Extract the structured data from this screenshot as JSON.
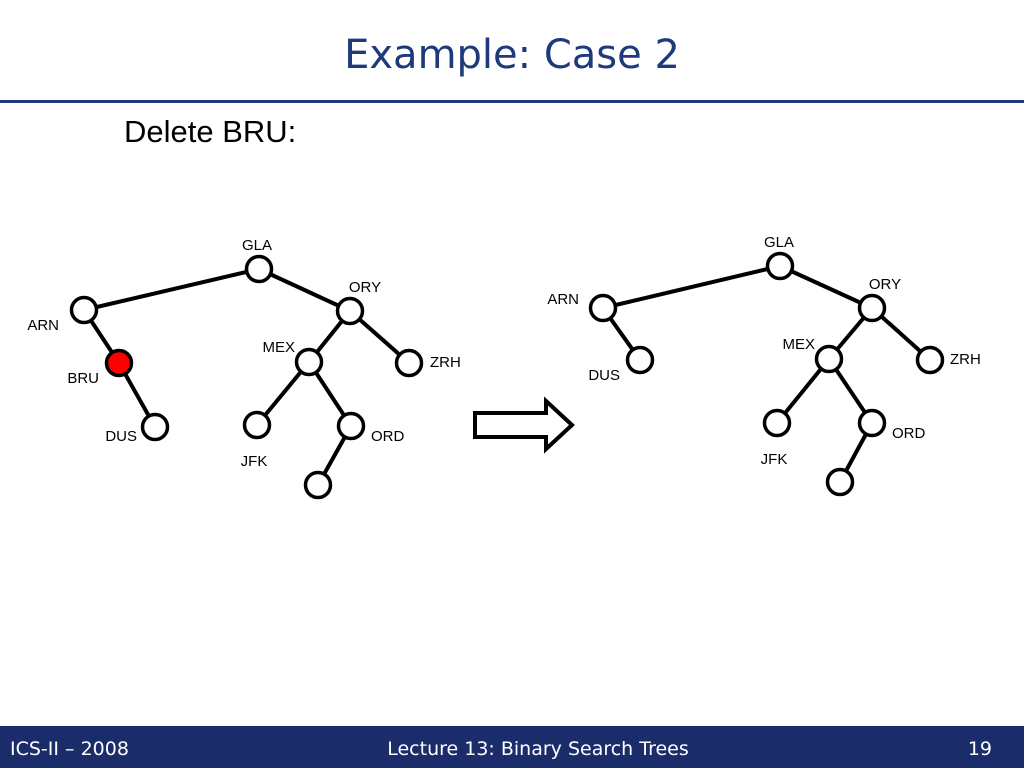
{
  "slide": {
    "title": "Example: Case 2",
    "subtitle": "Delete BRU:"
  },
  "colors": {
    "title": "#1f3a7a",
    "footer_bg": "#1b2c6b",
    "highlight_node": "#ff0000",
    "node_fill": "#ffffff",
    "stroke": "#000000"
  },
  "diagram": {
    "before": {
      "highlighted": "BRU",
      "nodes": [
        {
          "id": "GLA",
          "label": "GLA"
        },
        {
          "id": "ARN",
          "label": "ARN"
        },
        {
          "id": "ORY",
          "label": "ORY"
        },
        {
          "id": "BRU",
          "label": "BRU"
        },
        {
          "id": "DUS",
          "label": "DUS"
        },
        {
          "id": "MEX",
          "label": "MEX"
        },
        {
          "id": "ZRH",
          "label": "ZRH"
        },
        {
          "id": "JFK",
          "label": "JFK"
        },
        {
          "id": "ORD",
          "label": "ORD"
        },
        {
          "id": "JFK_CHILD",
          "label": ""
        }
      ],
      "edges": [
        [
          "GLA",
          "ARN"
        ],
        [
          "GLA",
          "ORY"
        ],
        [
          "ARN",
          "BRU"
        ],
        [
          "BRU",
          "DUS"
        ],
        [
          "ORY",
          "MEX"
        ],
        [
          "ORY",
          "ZRH"
        ],
        [
          "MEX",
          "JFK"
        ],
        [
          "MEX",
          "ORD"
        ],
        [
          "ORD",
          "JFK_CHILD"
        ]
      ]
    },
    "after": {
      "nodes": [
        {
          "id": "GLA",
          "label": "GLA"
        },
        {
          "id": "ARN",
          "label": "ARN"
        },
        {
          "id": "ORY",
          "label": "ORY"
        },
        {
          "id": "DUS",
          "label": "DUS"
        },
        {
          "id": "MEX",
          "label": "MEX"
        },
        {
          "id": "ZRH",
          "label": "ZRH"
        },
        {
          "id": "JFK",
          "label": "JFK"
        },
        {
          "id": "ORD",
          "label": "ORD"
        },
        {
          "id": "JFK_CHILD",
          "label": ""
        }
      ],
      "edges": [
        [
          "GLA",
          "ARN"
        ],
        [
          "GLA",
          "ORY"
        ],
        [
          "ARN",
          "DUS"
        ],
        [
          "ORY",
          "MEX"
        ],
        [
          "ORY",
          "ZRH"
        ],
        [
          "MEX",
          "JFK"
        ],
        [
          "MEX",
          "ORD"
        ],
        [
          "ORD",
          "JFK_CHILD"
        ]
      ]
    },
    "arrow": "right-arrow-icon"
  },
  "footer": {
    "left": "ICS-II – 2008",
    "center": "Lecture 13: Binary Search Trees",
    "right": "19"
  }
}
